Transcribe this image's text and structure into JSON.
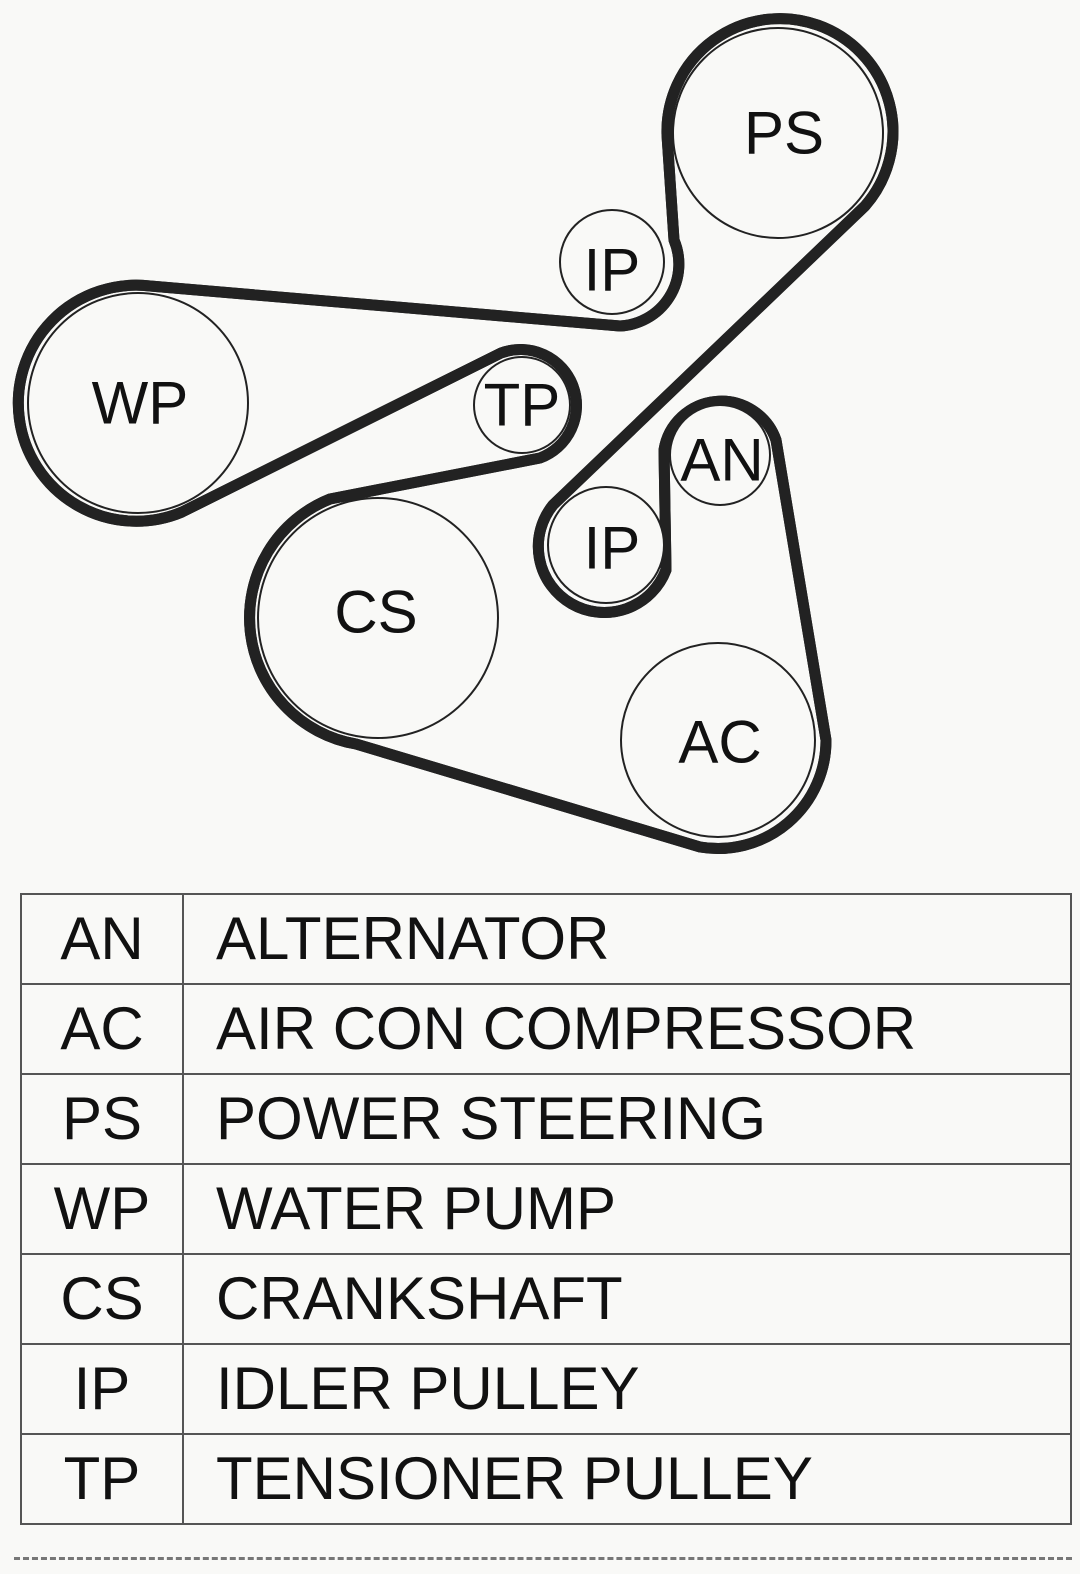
{
  "pulleys": [
    {
      "id": "ps",
      "label": "PS"
    },
    {
      "id": "ip_top",
      "label": "IP"
    },
    {
      "id": "wp",
      "label": "WP"
    },
    {
      "id": "tp",
      "label": "TP"
    },
    {
      "id": "an",
      "label": "AN"
    },
    {
      "id": "ip_low",
      "label": "IP"
    },
    {
      "id": "cs",
      "label": "CS"
    },
    {
      "id": "ac",
      "label": "AC"
    }
  ],
  "legend": [
    {
      "code": "AN",
      "name": "ALTERNATOR"
    },
    {
      "code": "AC",
      "name": "AIR CON COMPRESSOR"
    },
    {
      "code": "PS",
      "name": "POWER STEERING"
    },
    {
      "code": "WP",
      "name": "WATER PUMP"
    },
    {
      "code": "CS",
      "name": "CRANKSHAFT"
    },
    {
      "code": "IP",
      "name": "IDLER PULLEY"
    },
    {
      "code": "TP",
      "name": "TENSIONER PULLEY"
    }
  ]
}
